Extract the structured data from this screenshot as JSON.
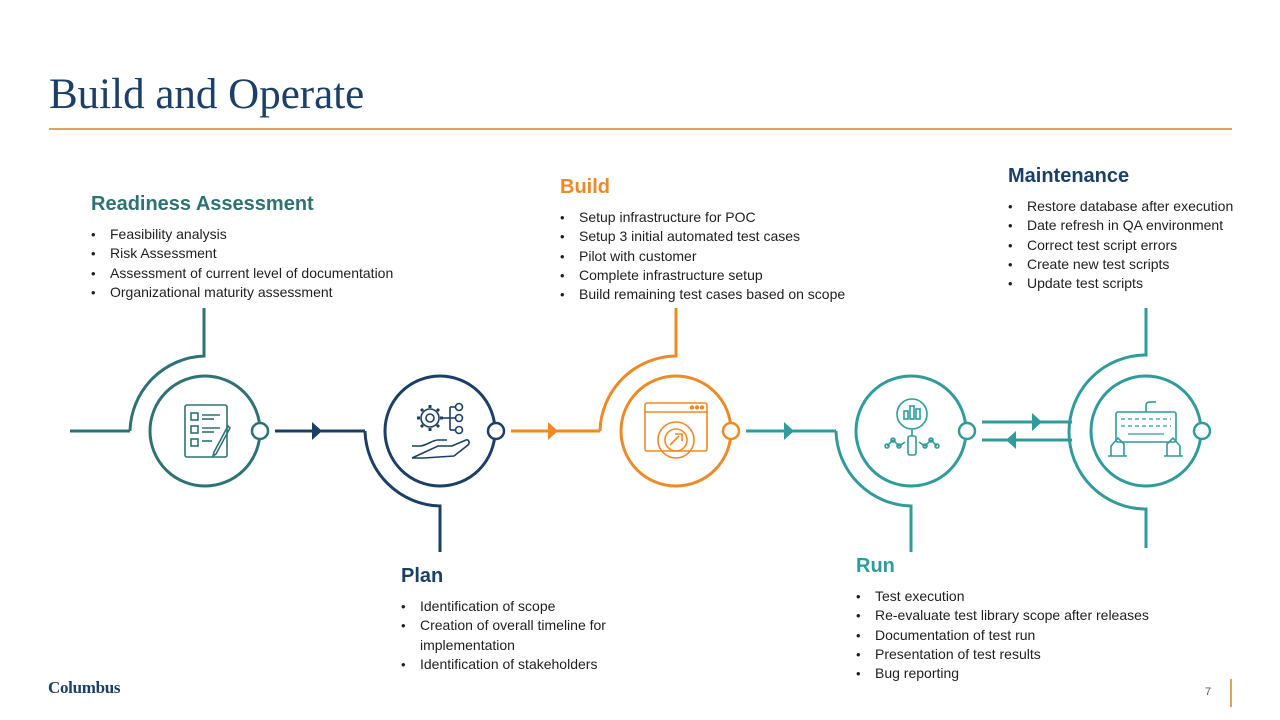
{
  "page": {
    "title": "Build and Operate",
    "logo_text": "Columbus",
    "page_number": "7"
  },
  "colors": {
    "readiness": "#2e7273",
    "plan": "#1b3f66",
    "build": "#ee8a25",
    "run": "#2f9b9b",
    "maintenance": "#1b3f66",
    "accent_rule": "#e0a25a"
  },
  "stages": {
    "readiness": {
      "title": "Readiness Assessment",
      "icon": "checklist-icon",
      "items": [
        "Feasibility analysis",
        "Risk Assessment",
        "Assessment of current level of documentation",
        "Organizational maturity assessment"
      ]
    },
    "plan": {
      "title": "Plan",
      "icon": "gear-hand-icon",
      "items": [
        "Identification of scope",
        "Creation of overall timeline for implementation",
        "Identification of stakeholders"
      ]
    },
    "build": {
      "title": "Build",
      "icon": "browser-gear-icon",
      "items": [
        "Setup infrastructure for POC",
        "Setup 3 initial automated test cases",
        "Pilot with customer",
        "Complete infrastructure setup",
        "Build remaining test cases based on scope"
      ]
    },
    "run": {
      "title": "Run",
      "icon": "magnifier-chart-icon",
      "items": [
        "Test execution",
        "Re-evaluate test library scope after releases",
        "Documentation  of test run",
        "Presentation of test results",
        "Bug reporting"
      ]
    },
    "maintenance": {
      "title": "Maintenance",
      "icon": "keyboard-hands-icon",
      "items": [
        "Restore database after execution",
        "Date refresh in QA environment",
        "Correct test script errors",
        "Create new test scripts",
        "Update test scripts"
      ]
    }
  }
}
